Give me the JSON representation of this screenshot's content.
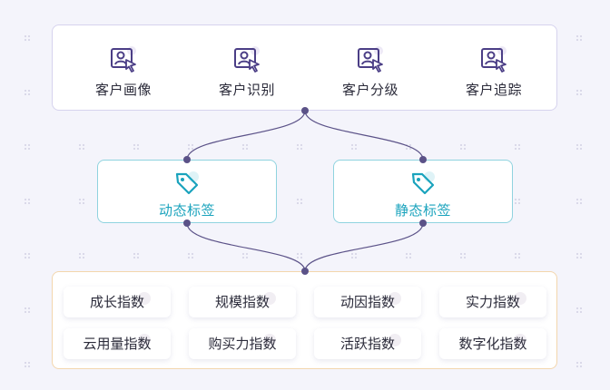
{
  "top": {
    "items": [
      {
        "label": "客户画像",
        "icon": "user-portrait-click-icon"
      },
      {
        "label": "客户识别",
        "icon": "user-portrait-click-icon"
      },
      {
        "label": "客户分级",
        "icon": "user-portrait-click-icon"
      },
      {
        "label": "客户追踪",
        "icon": "user-portrait-click-icon"
      }
    ]
  },
  "tags": {
    "dynamic": {
      "label": "动态标签",
      "icon": "tag-icon"
    },
    "static": {
      "label": "静态标签",
      "icon": "tag-icon"
    }
  },
  "indices": {
    "row1": [
      "成长指数",
      "规模指数",
      "动因指数",
      "实力指数"
    ],
    "row2": [
      "云用量指数",
      "购买力指数",
      "活跃指数",
      "数字化指数"
    ]
  },
  "colors": {
    "primary_purple": "#4b3e86",
    "tag_cyan": "#1aa3bd",
    "node_dot": "#5b5288",
    "background": "#f4f4fb"
  }
}
